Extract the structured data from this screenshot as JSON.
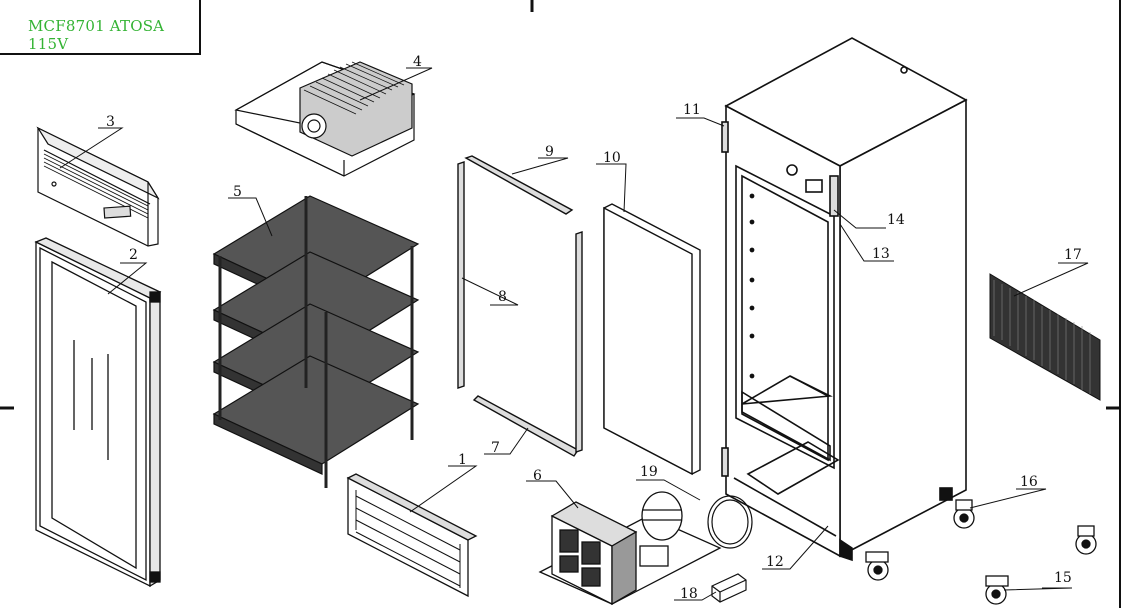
{
  "title": "MCF8701 ATOSA 115V",
  "callouts": [
    {
      "id": "c1",
      "label": "1"
    },
    {
      "id": "c2",
      "label": "2"
    },
    {
      "id": "c3",
      "label": "3"
    },
    {
      "id": "c4",
      "label": "4"
    },
    {
      "id": "c5",
      "label": "5"
    },
    {
      "id": "c6",
      "label": "6"
    },
    {
      "id": "c7",
      "label": "7"
    },
    {
      "id": "c8",
      "label": "8"
    },
    {
      "id": "c9",
      "label": "9"
    },
    {
      "id": "c10",
      "label": "10"
    },
    {
      "id": "c11",
      "label": "11"
    },
    {
      "id": "c12",
      "label": "12"
    },
    {
      "id": "c13",
      "label": "13"
    },
    {
      "id": "c14",
      "label": "14"
    },
    {
      "id": "c15",
      "label": "15"
    },
    {
      "id": "c16",
      "label": "16"
    },
    {
      "id": "c17",
      "label": "17"
    },
    {
      "id": "c18",
      "label": "18"
    },
    {
      "id": "c19",
      "label": "19"
    }
  ],
  "colors": {
    "line": "#111111",
    "title": "#34b334",
    "background": "#ffffff"
  }
}
